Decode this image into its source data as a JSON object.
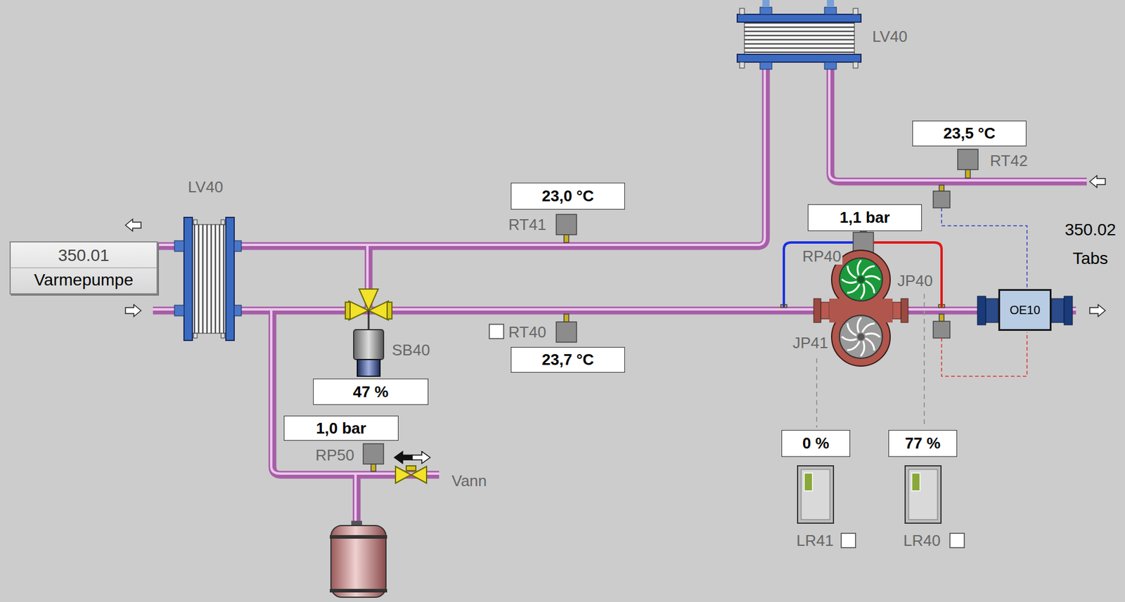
{
  "diagram": {
    "nodes": [
      {
        "text": [
          "23,5 °C"
        ]
      },
      {
        "text": [
          "23,0 °C"
        ]
      },
      {
        "text": [
          "1,1 bar"
        ]
      },
      {
        "text": [
          "350.01",
          "Varmepumpe"
        ]
      },
      {
        "text": [
          "OE10"
        ]
      },
      {
        "text": [
          "23,7 °C"
        ]
      },
      {
        "text": [
          "47 %"
        ]
      },
      {
        "text": [
          "1,0 bar"
        ]
      },
      {
        "text": [
          "0 %"
        ]
      },
      {
        "text": [
          "77 %"
        ]
      }
    ],
    "labels": [
      "LV40",
      "RT42",
      "LV40",
      "RT41",
      "350.02",
      "RP40",
      "Tabs",
      "JP40",
      "RT40",
      "JP41",
      "SB40",
      "RP50",
      "Vann",
      "LR41",
      "LR40"
    ]
  }
}
